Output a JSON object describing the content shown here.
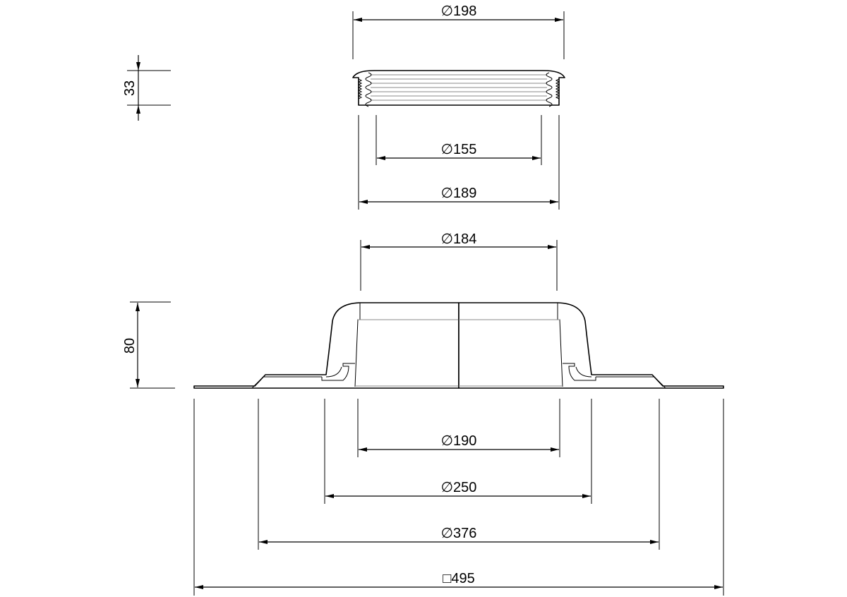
{
  "drawing": {
    "top_part": {
      "outer_diameter": "∅198",
      "height": "33",
      "inner_diameter": "∅155",
      "thread_diameter": "∅189"
    },
    "base_part": {
      "top_opening_diameter": "∅184",
      "height": "80",
      "outlet_diameter": "∅190",
      "collar_diameter": "∅250",
      "flange_diameter": "∅376",
      "sheet_size": "□495"
    },
    "colors": {
      "line": "#000000",
      "hidden": "#888888",
      "background": "#ffffff"
    }
  }
}
